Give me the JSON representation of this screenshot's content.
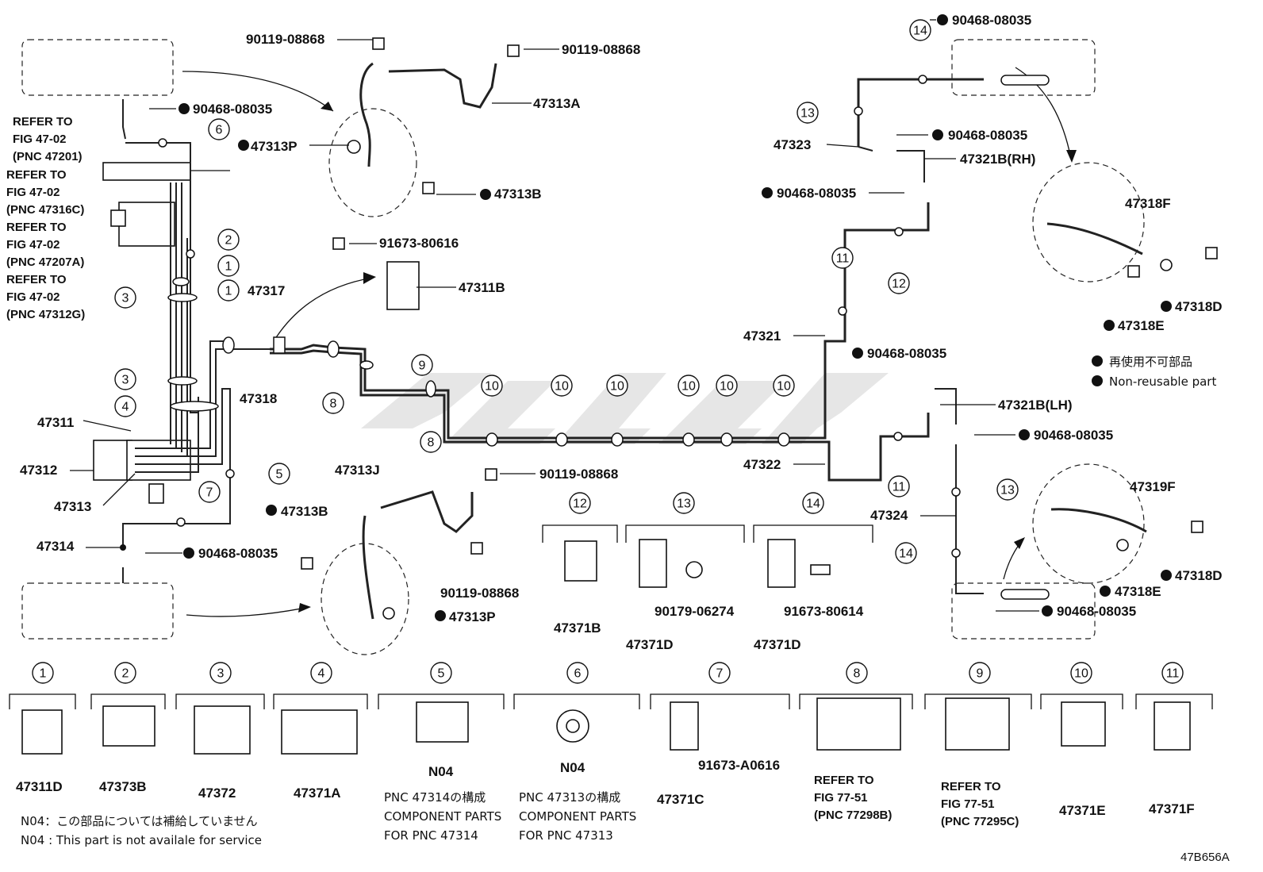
{
  "diagram_code": "47B656A",
  "watermark_text": "",
  "legend": {
    "non_reusable_ja": "再使用不可部品",
    "non_reusable_en": "Non-reusable part"
  },
  "refer_notes": [
    {
      "line1": "REFER TO",
      "line2": "FIG 47-02",
      "line3": "(PNC 47201)"
    },
    {
      "line1": "REFER TO",
      "line2": "FIG 47-02",
      "line3": "(PNC 47316C)"
    },
    {
      "line1": "REFER TO",
      "line2": "FIG 47-02",
      "line3": "(PNC 47207A)"
    },
    {
      "line1": "REFER TO",
      "line2": "FIG 47-02",
      "line3": "(PNC 47312G)"
    }
  ],
  "labels": {
    "p90119_a": "90119-08868",
    "p90119_b": "90119-08868",
    "p47313A": "47313A",
    "p47313P_top": "47313P",
    "p47313B_top": "47313B",
    "p90468_tl": "90468-08035",
    "p91673_80616": "91673-80616",
    "p47311B": "47311B",
    "p47317": "47317",
    "p47318": "47318",
    "p47311": "47311",
    "p47312": "47312",
    "p47313": "47313",
    "p47314": "47314",
    "p90468_bl": "90468-08035",
    "p47313J": "47313J",
    "p90119_c": "90119-08868",
    "p47313B_bot": "47313B",
    "p90119_d": "90119-08868",
    "p47313P_bot": "47313P",
    "p90468_tr": "90468-08035",
    "p90468_r2": "90468-08035",
    "p47323": "47323",
    "p47321B_RH": "47321B(RH)",
    "p90468_r3": "90468-08035",
    "p47318F": "47318F",
    "p47318D_a": "47318D",
    "p47318E_a": "47318E",
    "p47321": "47321",
    "p90468_mid": "90468-08035",
    "p47321B_LH": "47321B(LH)",
    "p90468_r4": "90468-08035",
    "p47322": "47322",
    "p47324": "47324",
    "p47319F": "47319F",
    "p47318D_b": "47318D",
    "p47318E_b": "47318E",
    "p90468_br": "90468-08035",
    "p47371B_mid": "47371B",
    "p90179_06274": "90179-06274",
    "p47371D_a": "47371D",
    "p91673_80614": "91673-80614",
    "p47371D_b": "47371D"
  },
  "callout_numbers": {
    "c1": "1",
    "c2": "2",
    "c3": "3",
    "c4": "4",
    "c5": "5",
    "c6": "6",
    "c7": "7",
    "c8": "8",
    "c9": "9",
    "c10": "10",
    "c11": "11",
    "c12": "12",
    "c13": "13",
    "c14": "14"
  },
  "bottom_parts": [
    {
      "num": "1",
      "part": "47311D"
    },
    {
      "num": "2",
      "part": "47373B"
    },
    {
      "num": "3",
      "part": "47372"
    },
    {
      "num": "4",
      "part": "47371A"
    },
    {
      "num": "5",
      "part": "N04",
      "note1": "PNC 47314の構成",
      "note2": "COMPONENT PARTS",
      "note3": "FOR PNC 47314"
    },
    {
      "num": "6",
      "part": "N04",
      "note1": "PNC 47313の構成",
      "note2": "COMPONENT PARTS",
      "note3": "FOR PNC 47313"
    },
    {
      "num": "7",
      "part": "47371C",
      "sub": "91673-A0616"
    },
    {
      "num": "8",
      "line1": "REFER TO",
      "line2": "FIG 77-51",
      "line3": "(PNC 77298B)"
    },
    {
      "num": "9",
      "line1": "REFER TO",
      "line2": "FIG 77-51",
      "line3": "(PNC 77295C)"
    },
    {
      "num": "10",
      "part": "47371E"
    },
    {
      "num": "11",
      "part": "47371F"
    }
  ],
  "footnote": {
    "ja": "N04：この部品については補給していません",
    "en": "N04 : This part is not availale for service"
  },
  "colors": {
    "line": "#222222",
    "watermark": "#e6e6e6",
    "background": "#ffffff"
  }
}
